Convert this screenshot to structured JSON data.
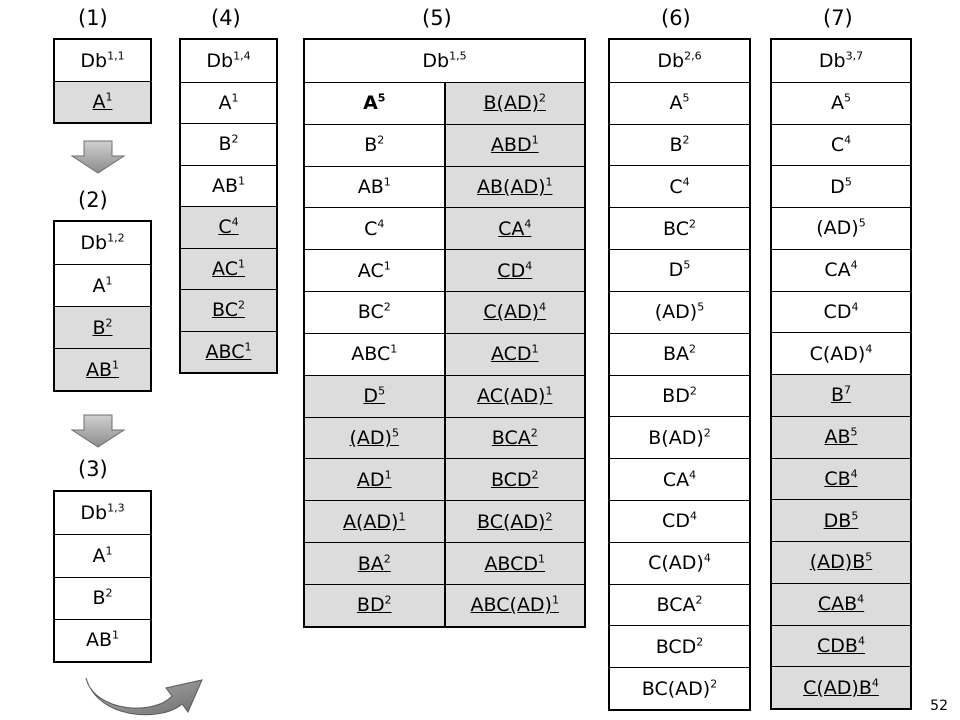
{
  "labels": {
    "s1": "(1)",
    "s2": "(2)",
    "s3": "(3)",
    "s4": "(4)",
    "s5": "(5)",
    "s6": "(6)",
    "s7": "(7)"
  },
  "page_number": "52",
  "colors": {
    "highlight": "#dcdcdc",
    "arrow_fill": "#a6a6a6",
    "arrow_stroke": "#6f6f6f"
  },
  "icons": {
    "down_arrow": "down-arrow-icon",
    "curved_arrow": "curved-arrow-icon"
  },
  "tables": [
    {
      "id": "t1",
      "header": [
        {
          "b": "Db",
          "s": "1,1"
        }
      ],
      "rows": [
        [
          {
            "b": "A",
            "s": "1",
            "hl": true,
            "ul": true
          }
        ]
      ]
    },
    {
      "id": "t2",
      "header": [
        {
          "b": "Db",
          "s": "1,2"
        }
      ],
      "rows": [
        [
          {
            "b": "A",
            "s": "1"
          }
        ],
        [
          {
            "b": "B",
            "s": "2",
            "hl": true,
            "ul": true
          }
        ],
        [
          {
            "b": "AB",
            "s": "1",
            "hl": true,
            "ul": true
          }
        ]
      ]
    },
    {
      "id": "t3",
      "header": [
        {
          "b": "Db",
          "s": "1,3"
        }
      ],
      "rows": [
        [
          {
            "b": "A",
            "s": "1"
          }
        ],
        [
          {
            "b": "B",
            "s": "2"
          }
        ],
        [
          {
            "b": "AB",
            "s": "1"
          }
        ]
      ]
    },
    {
      "id": "t4",
      "header": [
        {
          "b": "Db",
          "s": "1,4"
        }
      ],
      "rows": [
        [
          {
            "b": "A",
            "s": "1"
          }
        ],
        [
          {
            "b": "B",
            "s": "2"
          }
        ],
        [
          {
            "b": "AB",
            "s": "1"
          }
        ],
        [
          {
            "b": "C",
            "s": "4",
            "hl": true,
            "ul": true
          }
        ],
        [
          {
            "b": "AC",
            "s": "1",
            "hl": true,
            "ul": true
          }
        ],
        [
          {
            "b": "BC",
            "s": "2",
            "hl": true,
            "ul": true
          }
        ],
        [
          {
            "b": "ABC",
            "s": "1",
            "hl": true,
            "ul": true
          }
        ]
      ]
    },
    {
      "id": "t5",
      "header": [
        {
          "b": "Db",
          "s": "1,5"
        }
      ],
      "rows": [
        [
          {
            "b": "A",
            "s": "5",
            "bold": true
          },
          {
            "b": "B(AD)",
            "s": "2",
            "hl": true,
            "ul": true
          }
        ],
        [
          {
            "b": "B",
            "s": "2"
          },
          {
            "b": "ABD",
            "s": "1",
            "hl": true,
            "ul": true
          }
        ],
        [
          {
            "b": "AB",
            "s": "1"
          },
          {
            "b": "AB(AD)",
            "s": "1",
            "hl": true,
            "ul": true
          }
        ],
        [
          {
            "b": "C",
            "s": "4"
          },
          {
            "b": "CA",
            "s": "4",
            "hl": true,
            "ul": true
          }
        ],
        [
          {
            "b": "AC",
            "s": "1"
          },
          {
            "b": "CD",
            "s": "4",
            "hl": true,
            "ul": true
          }
        ],
        [
          {
            "b": "BC",
            "s": "2"
          },
          {
            "b": "C(AD)",
            "s": "4",
            "hl": true,
            "ul": true
          }
        ],
        [
          {
            "b": "ABC",
            "s": "1"
          },
          {
            "b": "ACD",
            "s": "1",
            "hl": true,
            "ul": true
          }
        ],
        [
          {
            "b": "D",
            "s": "5",
            "hl": true,
            "ul": true
          },
          {
            "b": "AC(AD)",
            "s": "1",
            "hl": true,
            "ul": true
          }
        ],
        [
          {
            "b": "(AD)",
            "s": "5",
            "hl": true,
            "ul": true
          },
          {
            "b": "BCA",
            "s": "2",
            "hl": true,
            "ul": true
          }
        ],
        [
          {
            "b": "AD",
            "s": "1",
            "hl": true,
            "ul": true
          },
          {
            "b": "BCD",
            "s": "2",
            "hl": true,
            "ul": true
          }
        ],
        [
          {
            "b": "A(AD)",
            "s": "1",
            "hl": true,
            "ul": true
          },
          {
            "b": "BC(AD)",
            "s": "2",
            "hl": true,
            "ul": true
          }
        ],
        [
          {
            "b": "BA",
            "s": "2",
            "hl": true,
            "ul": true
          },
          {
            "b": "ABCD",
            "s": "1",
            "hl": true,
            "ul": true
          }
        ],
        [
          {
            "b": "BD",
            "s": "2",
            "hl": true,
            "ul": true
          },
          {
            "b": "ABC(AD)",
            "s": "1",
            "hl": true,
            "ul": true
          }
        ]
      ]
    },
    {
      "id": "t6",
      "header": [
        {
          "b": "Db",
          "s": "2,6"
        }
      ],
      "rows": [
        [
          {
            "b": "A",
            "s": "5"
          }
        ],
        [
          {
            "b": "B",
            "s": "2"
          }
        ],
        [
          {
            "b": "C",
            "s": "4"
          }
        ],
        [
          {
            "b": "BC",
            "s": "2"
          }
        ],
        [
          {
            "b": "D",
            "s": "5"
          }
        ],
        [
          {
            "b": "(AD)",
            "s": "5"
          }
        ],
        [
          {
            "b": "BA",
            "s": "2"
          }
        ],
        [
          {
            "b": "BD",
            "s": "2"
          }
        ],
        [
          {
            "b": "B(AD)",
            "s": "2"
          }
        ],
        [
          {
            "b": "CA",
            "s": "4"
          }
        ],
        [
          {
            "b": "CD",
            "s": "4"
          }
        ],
        [
          {
            "b": "C(AD)",
            "s": "4"
          }
        ],
        [
          {
            "b": "BCA",
            "s": "2"
          }
        ],
        [
          {
            "b": "BCD",
            "s": "2"
          }
        ],
        [
          {
            "b": "BC(AD)",
            "s": "2"
          }
        ]
      ]
    },
    {
      "id": "t7",
      "header": [
        {
          "b": "Db",
          "s": "3,7"
        }
      ],
      "rows": [
        [
          {
            "b": "A",
            "s": "5"
          }
        ],
        [
          {
            "b": "C",
            "s": "4"
          }
        ],
        [
          {
            "b": "D",
            "s": "5"
          }
        ],
        [
          {
            "b": "(AD)",
            "s": "5"
          }
        ],
        [
          {
            "b": "CA",
            "s": "4"
          }
        ],
        [
          {
            "b": "CD",
            "s": "4"
          }
        ],
        [
          {
            "b": "C(AD)",
            "s": "4"
          }
        ],
        [
          {
            "b": "B",
            "s": "7",
            "hl": true,
            "ul": true
          }
        ],
        [
          {
            "b": "AB",
            "s": "5",
            "hl": true,
            "ul": true
          }
        ],
        [
          {
            "b": "CB",
            "s": "4",
            "hl": true,
            "ul": true
          }
        ],
        [
          {
            "b": "DB",
            "s": "5",
            "hl": true,
            "ul": true
          }
        ],
        [
          {
            "b": "(AD)B",
            "s": "5",
            "hl": true,
            "ul": true
          }
        ],
        [
          {
            "b": "CAB",
            "s": "4",
            "hl": true,
            "ul": true
          }
        ],
        [
          {
            "b": "CDB",
            "s": "4",
            "hl": true,
            "ul": true
          }
        ],
        [
          {
            "b": "C(AD)B",
            "s": "4",
            "hl": true,
            "ul": true
          }
        ]
      ]
    }
  ]
}
